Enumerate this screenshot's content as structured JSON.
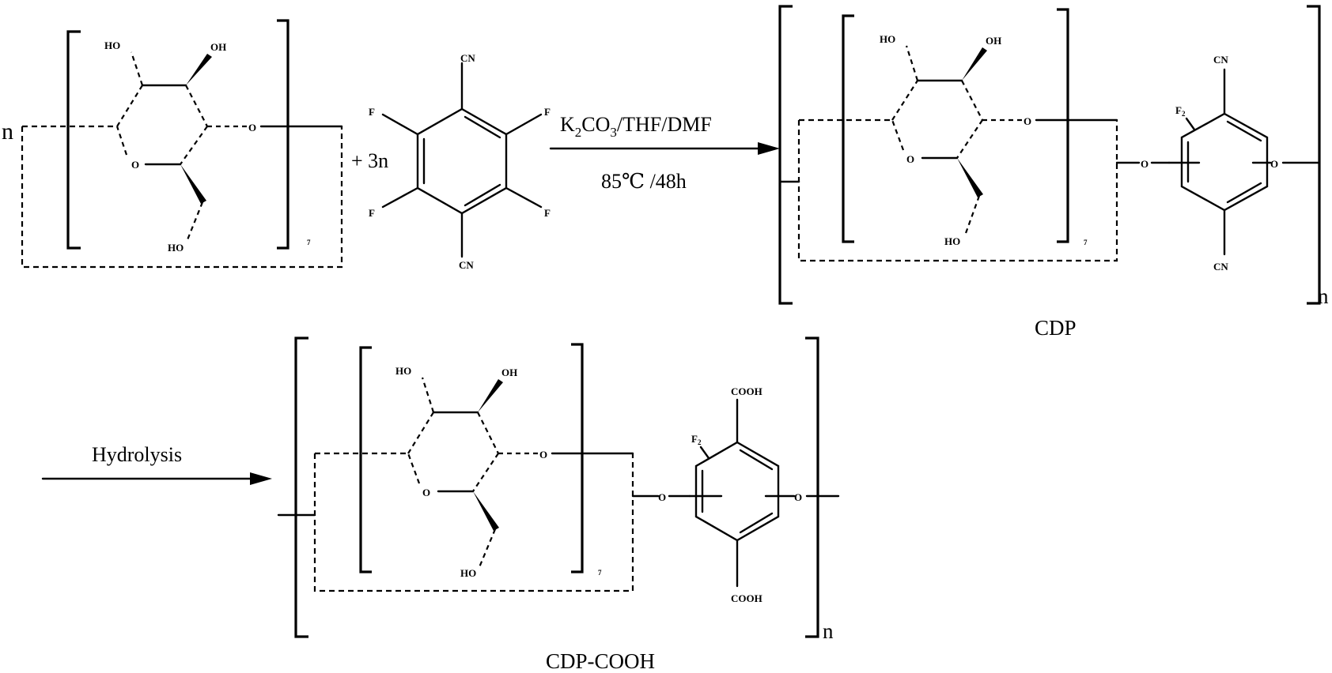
{
  "colors": {
    "ink": "#000000",
    "background": "#ffffff"
  },
  "reactants": {
    "multiplier": "n",
    "repeat_subscript": "7",
    "coreagent_coefficient": "+ 3n"
  },
  "atoms": {
    "ho": "HO",
    "oh": "OH",
    "o": "O",
    "f": "F",
    "cn": "CN",
    "cooh": "COOH",
    "f2_main": "F",
    "f2_sub": "2"
  },
  "reaction1": {
    "reagent_main": "K",
    "reagent_sub1": "2",
    "reagent_mid": "CO",
    "reagent_sub2": "3",
    "reagent_tail": "/THF/DMF",
    "conditions": "85℃ /48h"
  },
  "product1": {
    "label": "CDP",
    "repeat": "n",
    "subscript": "7"
  },
  "reaction2": {
    "label": "Hydrolysis"
  },
  "product2": {
    "label": "CDP-COOH",
    "repeat": "n",
    "subscript": "7"
  }
}
